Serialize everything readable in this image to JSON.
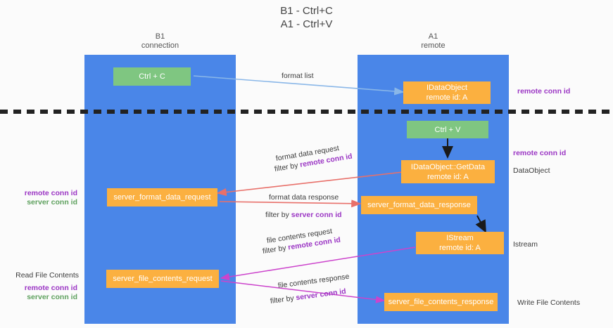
{
  "diagram": {
    "title": "B1 - Ctrl+C\nA1 - Ctrl+V",
    "lanes": [
      {
        "id": "b1",
        "label": "B1\nconnection",
        "color": "#4a86e8"
      },
      {
        "id": "a1",
        "label": "A1\nremote",
        "color": "#4a86e8"
      }
    ],
    "nodes": {
      "ctrl_c": "Ctrl + C",
      "idataobject": "IDataObject\nremote id: A",
      "ctrl_v": "Ctrl + V",
      "getdata": "IDataObject::GetData\nremote id: A",
      "server_format_data_request": "server_format_data_request",
      "server_format_data_response": "server_format_data_response",
      "istream_node": "IStream\nremote id: A",
      "server_file_contents_request": "server_file_contents_request",
      "server_file_contents_response": "server_file_contents_response"
    },
    "edge_labels": {
      "format_list": "format list",
      "format_data_request": "format data request",
      "format_data_request_filter_prefix": "filter by ",
      "format_data_request_filter_key": "remote conn id",
      "format_data_response": "format data response",
      "format_data_response_filter_prefix": "filter by ",
      "format_data_response_filter_key": "server conn id",
      "file_contents_request": "file contents request",
      "file_contents_request_filter_prefix": "filter by ",
      "file_contents_request_filter_key": "remote conn id",
      "file_contents_response": "file contents response",
      "file_contents_response_filter_prefix": "filter by ",
      "file_contents_response_filter_key": "server conn id"
    },
    "annotations": {
      "right_remote_conn_id_top": "remote conn id",
      "right_remote_conn_id_mid": "remote conn id",
      "right_dataobject": "DataObject",
      "right_istream": "Istream",
      "right_write_file_contents": "Write File Contents",
      "left_remote_conn_id": "remote conn id",
      "left_server_conn_id": "server conn id",
      "left_read_file_contents": "Read File Contents",
      "left_remote_conn_id_2": "remote conn id",
      "left_server_conn_id_2": "server conn id"
    },
    "colors": {
      "lane": "#4a86e8",
      "green_node": "#7fc681",
      "orange_node": "#fbb040",
      "purple_text": "#9b36c4",
      "green_text": "#5fa15f",
      "blue_arrow": "#8ab7e8",
      "red_arrow": "#e8706a",
      "magenta_arrow": "#cc44cc",
      "black_arrow": "#1a1a1a"
    }
  }
}
